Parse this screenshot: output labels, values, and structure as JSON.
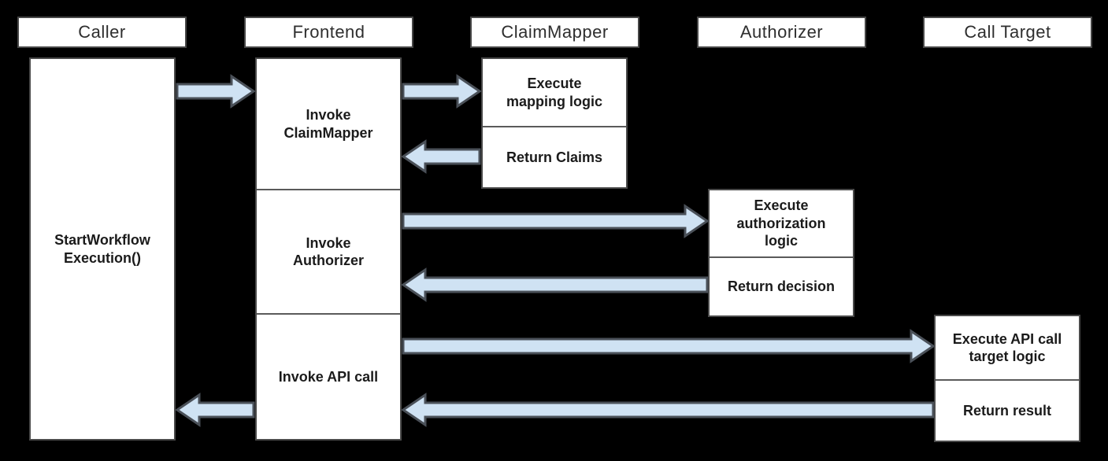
{
  "diagram": {
    "type": "sequence-diagram",
    "colors": {
      "background": "#000000",
      "box_fill": "#ffffff",
      "box_border": "#4a4a4a",
      "arrow_fill": "#cfe2f3",
      "arrow_stroke": "#4a5058",
      "header_text": "#2e2e2e",
      "cell_text": "#1b1b1b"
    }
  },
  "actors": [
    {
      "label": "Caller"
    },
    {
      "label": "Frontend"
    },
    {
      "label": "ClaimMapper"
    },
    {
      "label": "Authorizer"
    },
    {
      "label": "Call Target"
    }
  ],
  "activities": {
    "caller_start": "StartWorkflow\nExecution()",
    "frontend_invoke_claimmapper": "Invoke\nClaimMapper",
    "frontend_invoke_authorizer": "Invoke\nAuthorizer",
    "frontend_invoke_api_call": "Invoke API call",
    "claimmapper_execute": "Execute\nmapping logic",
    "claimmapper_return": "Return Claims",
    "authorizer_execute": "Execute\nauthorization\nlogic",
    "authorizer_return": "Return decision",
    "calltarget_execute": "Execute API call\ntarget logic",
    "calltarget_return": "Return result"
  }
}
